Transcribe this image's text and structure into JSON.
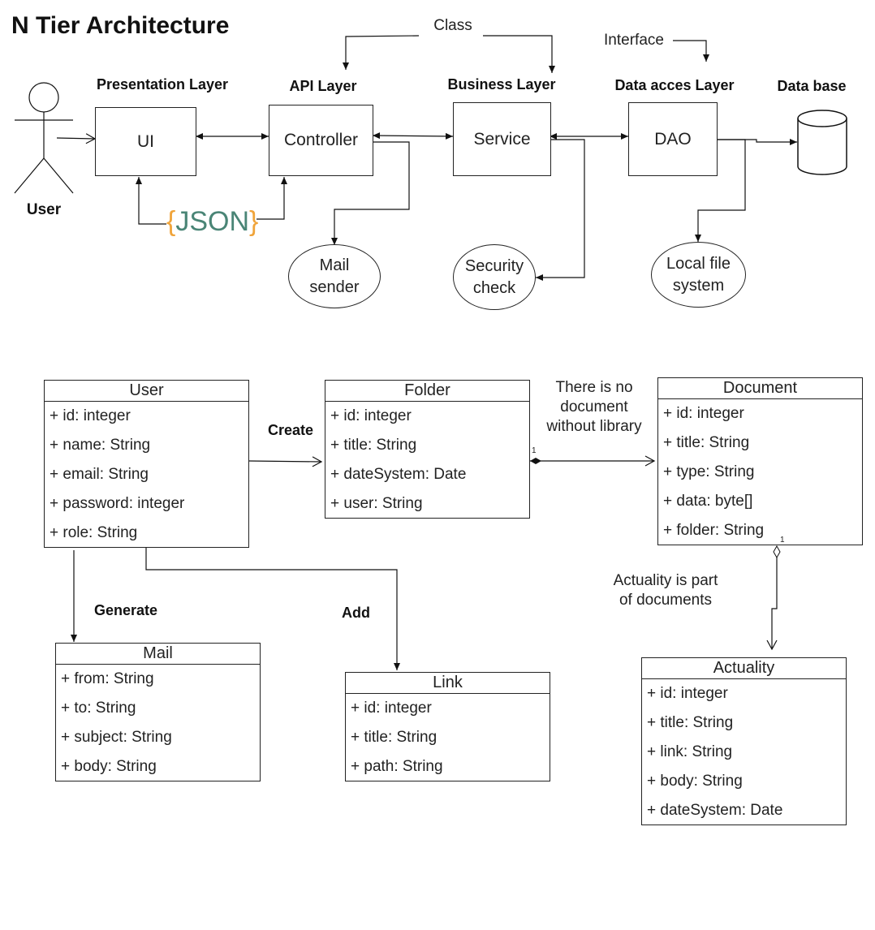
{
  "title": "N Tier Architecture",
  "notes": {
    "class": "Class",
    "interface": "Interface"
  },
  "layers": {
    "presentation": "Presentation Layer",
    "api": "API Layer",
    "business": "Business Layer",
    "data_access": "Data acces Layer",
    "database": "Data base"
  },
  "actor": {
    "label": "User"
  },
  "components": {
    "ui": "UI",
    "controller": "Controller",
    "service": "Service",
    "dao": "DAO"
  },
  "json_label": {
    "open": "{",
    "text": "JSON",
    "close": "}"
  },
  "helpers": {
    "mail_sender": [
      "Mail",
      "sender"
    ],
    "security_check": [
      "Security",
      "check"
    ],
    "local_fs": [
      "Local file",
      "system"
    ]
  },
  "classes": {
    "user": {
      "name": "User",
      "attrs": [
        "+ id: integer",
        "+ name: String",
        "+ email: String",
        "+ password: integer",
        "+ role: String"
      ]
    },
    "folder": {
      "name": "Folder",
      "attrs": [
        "+ id: integer",
        "+ title: String",
        "+ dateSystem: Date",
        "+ user: String"
      ]
    },
    "document": {
      "name": "Document",
      "attrs": [
        "+ id: integer",
        "+ title: String",
        "+ type: String",
        "+ data: byte[]",
        "+ folder: String"
      ]
    },
    "mail": {
      "name": "Mail",
      "attrs": [
        "+ from: String",
        "+ to: String",
        "+ subject: String",
        "+ body: String"
      ]
    },
    "link": {
      "name": "Link",
      "attrs": [
        "+ id: integer",
        "+ title: String",
        "+ path: String"
      ]
    },
    "actuality": {
      "name": "Actuality",
      "attrs": [
        "+ id: integer",
        "+ title: String",
        "+ link: String",
        "+ body: String",
        "+ dateSystem: Date"
      ]
    }
  },
  "relations": {
    "create": "Create",
    "generate": "Generate",
    "add": "Add",
    "no_document": [
      "There is no",
      "document",
      "without library"
    ],
    "actuality_part": [
      "Actuality is part",
      "of documents"
    ],
    "mult_folder": "1",
    "mult_document": "1"
  }
}
